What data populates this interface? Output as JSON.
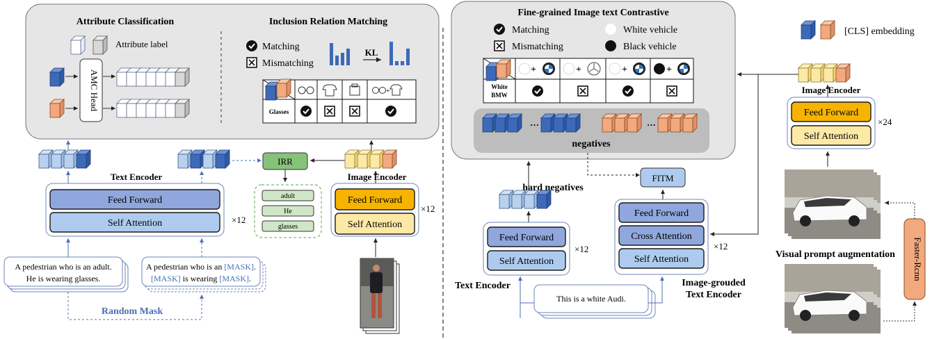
{
  "left": {
    "attr_title": "Attribute  Classification",
    "incl_title": "Inclusion Relation Matching",
    "attribute_label": "Attribute label",
    "amc_head": "AMC Head",
    "matching": "Matching",
    "mismatching": "Mismatching",
    "kl": "KL",
    "table": {
      "row_label": "Glasses",
      "header_icons": [
        "glasses-icon",
        "tshirt-icon",
        "bag-icon",
        "glasses-tshirt-icon"
      ],
      "cells": [
        "check",
        "cross",
        "cross",
        "check"
      ]
    },
    "text_encoder": "Text Encoder",
    "feed_forward": "Feed Forward",
    "self_attention": "Self Attention",
    "times12": "×12",
    "irr": "IRR",
    "irr_words": [
      "adult",
      "He",
      "glasses"
    ],
    "image_encoder": "Image Encoder",
    "img_feed_forward": "Feed Forward",
    "img_self_attention": "Self Attention",
    "img_times12": "×12",
    "caption1_line1": "A pedestrian who is an adult.",
    "caption1_line2": "He is wearing glasses.",
    "caption2_line1_a": "A pedestrian who is an ",
    "caption2_line1_mask": "[MASK]",
    "caption2_line1_end": ".",
    "caption2_line2_mask1": "[MASK]",
    "caption2_line2_mid": " is wearing ",
    "caption2_line2_mask2": "[MASK]",
    "caption2_line2_end": ".",
    "random_mask": "Random Mask"
  },
  "right": {
    "fitc_title": "Fine-grained Image text Contrastive",
    "matching": "Matching",
    "mismatching": "Mismatching",
    "white_vehicle": "White vehicle",
    "black_vehicle": "Black vehicle",
    "table": {
      "row_label_1": "White",
      "row_label_2": "BMW",
      "headers": [
        "white-bmw",
        "white-mercedes",
        "white-bmw",
        "black-bmw"
      ],
      "cells": [
        "check",
        "cross",
        "check",
        "cross"
      ]
    },
    "negatives": "negatives",
    "hard_negatives": "hard negatives",
    "fitm": "FITM",
    "text_encoder": "Text Encoder",
    "feed_forward": "Feed Forward",
    "self_attention": "Self Attention",
    "times12": "×12",
    "ig_feed_forward": "Feed Forward",
    "ig_cross_attention": "Cross Attention",
    "ig_self_attention": "Self Attention",
    "ig_times12": "×12",
    "ig_label_1": "Image-grouded",
    "ig_label_2": "Text Encoder",
    "caption": "This is a white Audi.",
    "cls_embedding": "[CLS] embedding",
    "image_encoder": "Image Encoder",
    "img_feed_forward": "Feed Forward",
    "img_self_attention": "Self Attention",
    "times24": "×24",
    "visual_prompt": "Visual prompt augmentation",
    "faster_rcnn": "Faster-Rcnn"
  },
  "colors": {
    "panel_gray": "#e6e6e6",
    "neg_gray": "#bdbdbd",
    "dark_blue": "#3d6ab8",
    "light_blue": "#b8d2ee",
    "orange": "#f2a97e",
    "light_orange": "#fbd9bb",
    "ff_blue": "#8fa7dd",
    "sa_blue": "#aecbef",
    "ff_yellow": "#f6b400",
    "sa_yellow": "#fde9a6",
    "irr_green": "#86c27a"
  }
}
